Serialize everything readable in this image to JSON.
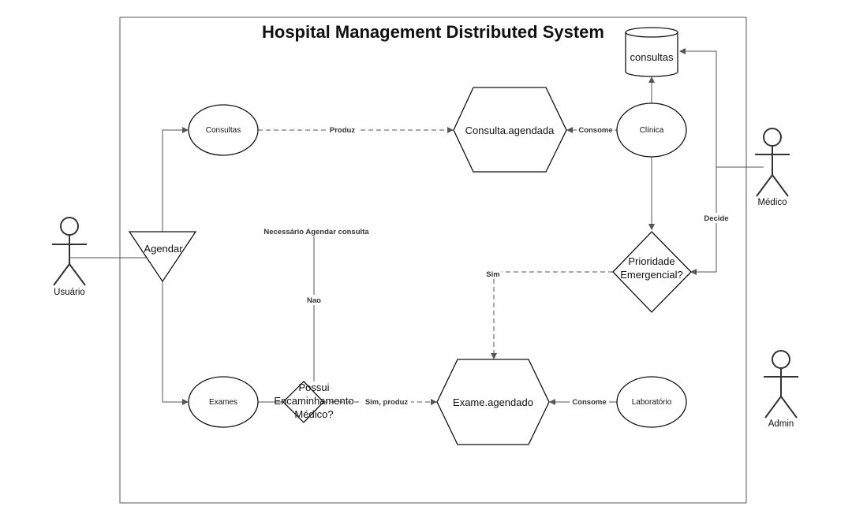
{
  "title": "Hospital Management Distributed System",
  "actors": {
    "usuario": "Usuário",
    "medico": "Médico",
    "admin": "Admin"
  },
  "nodes": {
    "agendar": "Agendar",
    "consultas": "Consultas",
    "exames": "Exames",
    "consulta_agendada": "Consulta.agendada",
    "exame_agendado": "Exame.agendado",
    "clinica": "Clínica",
    "laboratorio": "Laboratório",
    "db_consultas": "consultas",
    "prioridade_line1": "Prioridade",
    "prioridade_line2": "Emergencial?",
    "possui_line1": "Possui",
    "possui_line2": "Encaminhamento",
    "possui_line3": "Médico?"
  },
  "edges": {
    "produz": "Produz",
    "consome_clinica": "Consome",
    "consome_lab": "Consome",
    "decide": "Decide",
    "sim": "Sim",
    "nao": "Nao",
    "sim_produz": "Sim, produz",
    "necessario": "Necessário Agendar consulta"
  }
}
